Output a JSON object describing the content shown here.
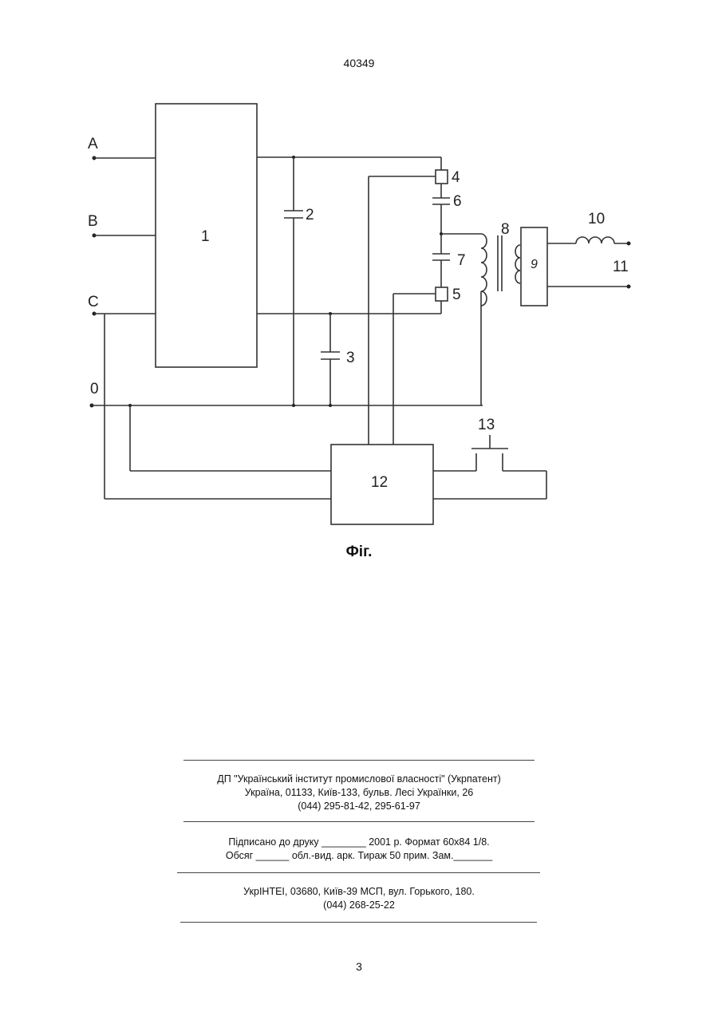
{
  "page_number_top": "40349",
  "page_number_bottom": "3",
  "figure_caption": "Фіг.",
  "schematic": {
    "terminals": {
      "a": "A",
      "b": "B",
      "c": "C",
      "zero": "0"
    },
    "components": {
      "c1": "1",
      "c2": "2",
      "c3": "3",
      "c4": "4",
      "c5": "5",
      "c6": "6",
      "c7": "7",
      "c8": "8",
      "c9": "9",
      "c10": "10",
      "c11": "11",
      "c12": "12",
      "c13": "13"
    }
  },
  "imprint": {
    "publisher_line1": "ДП \"Український інститут промислової власності\" (Укрпатент)",
    "publisher_line2": "Україна, 01133, Київ-133, бульв. Лесі Українки, 26",
    "publisher_line3": "(044) 295-81-42, 295-61-97",
    "print_line1": "Підписано до друку ________ 2001 р.    Формат 60х84 1/8.",
    "print_line2": "Обсяг ______ обл.-вид. арк.   Тираж 50 прим.    Зам._______",
    "printer_line1": "УкрІНТЕІ, 03680, Київ-39 МСП, вул. Горького, 180.",
    "printer_line2": "(044) 268-25-22"
  }
}
